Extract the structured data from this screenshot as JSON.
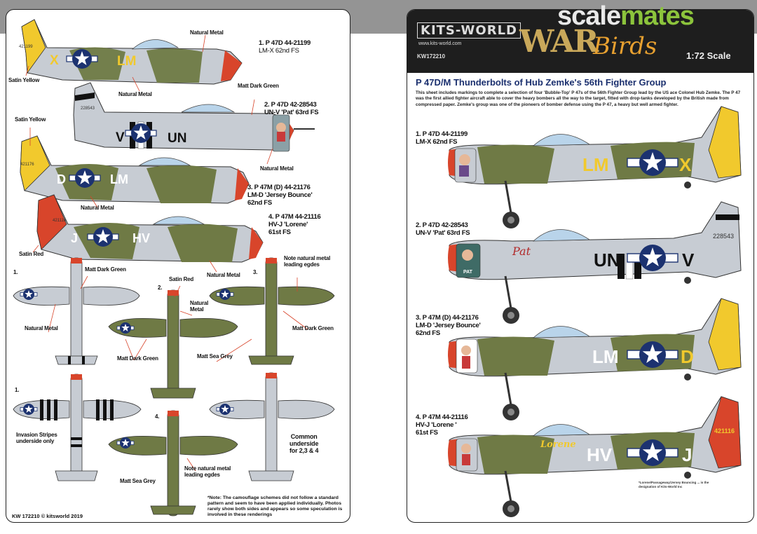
{
  "watermark": {
    "part1": "scale",
    "part2": "mates"
  },
  "header": {
    "brand": "KITS-WORLD",
    "url": "www.kits-world.com",
    "code": "KW172210",
    "series_a": "WAR",
    "series_b": "Birds",
    "scale": "1:72  Scale"
  },
  "sheet": {
    "title": "P 47D/M Thunderbolts of Hub Zemke's 56th Fighter Group",
    "description": "This sheet includes markings to complete a selection of four 'Bubble-Top' P 47s of the 56th Fighter Group lead by the US ace Colonel Hub Zemke. The P 47 was the first allied fighter aircraft able to cover the heavy bombers all the way to the target, fitted with drop-tanks developed by the British made from compressed paper. Zemke's group was one of the pioneers of bomber defense using the P 47, a heavy but well armed fighter.",
    "tiny_note": "*Lorene/Passageway/Jersey Bouncing ... is the designation of Kits-World Inc"
  },
  "left": {
    "p1_caption": [
      "1. P 47D 44-21199",
      "LM-X 62nd FS"
    ],
    "p2_caption": [
      "2. P 47D 42-28543",
      "UN-V 'Pat' 63rd FS"
    ],
    "p3_caption": [
      "3. P 47M (D) 44-21176",
      "LM-D 'Jersey Bounce'",
      "62nd FS"
    ],
    "p4_caption": [
      "4. P 47M 44-21116",
      "HV-J 'Lorene'",
      "61st FS"
    ],
    "labels": {
      "natural_metal": "Natural Metal",
      "satin_yellow": "Satin Yellow",
      "matt_dark_green": "Matt Dark Green",
      "satin_red": "Satin Red",
      "matt_sea_grey": "Matt Sea Grey",
      "note_leading": [
        "Note natural metal",
        "leading egdes"
      ],
      "invasion": [
        "Invasion Stripes",
        "underside only"
      ],
      "common": [
        "Common",
        "underside",
        "for 2,3 & 4"
      ],
      "n1": "1.",
      "n2": "2.",
      "n3": "3.",
      "n4": "4."
    },
    "codes": {
      "a1_left": "X",
      "a1_right": "LM",
      "a1_tail": "421199",
      "a2_left": "V",
      "a2_right": "UN",
      "a2_tail": "228543",
      "a3_left": "D",
      "a3_right": "LM",
      "a3_tail": "421176",
      "a4_left": "J",
      "a4_right": "HV",
      "a4_tail": "421116"
    },
    "footer_code": "KW 172210 © kitsworld 2019",
    "footer_note": "*Note: The camouflage schemes did not follow a standard pattern and seem to have been applied individually. Photos rarely show both sides and appears so some speculation is involved in these renderings"
  },
  "right": {
    "p1_caption": [
      "1. P 47D 44-21199",
      "LM-X 62nd FS"
    ],
    "p2_caption": [
      "2. P 47D 42-28543",
      "UN-V 'Pat' 63rd FS"
    ],
    "p3_caption": [
      "3. P 47M (D) 44-21176",
      "LM-D 'Jersey Bounce'",
      "62nd FS"
    ],
    "p4_caption": [
      "4. P 47M 44-21116",
      "HV-J 'Lorene '",
      "61st FS"
    ],
    "codes": {
      "a1_left": "LM",
      "a1_right": "X",
      "a1_tail": "421199",
      "a2_left": "UN",
      "a2_right": "V",
      "a2_tail": "228543",
      "a3_left": "LM",
      "a3_right": "D",
      "a3_tail": "421176",
      "a4_left": "HV",
      "a4_right": "J",
      "a4_tail": "421116",
      "pat": "Pat",
      "lorene": "Lorene"
    }
  },
  "colors": {
    "olive": "#6f7a45",
    "metal": "#c7ccd3",
    "yellow": "#f1c92d",
    "red": "#d8452b",
    "navy": "#1c3270",
    "sea_grey": "#9aa3ab"
  }
}
